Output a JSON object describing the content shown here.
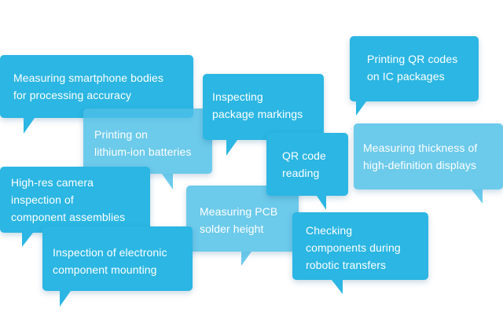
{
  "bubbles": [
    {
      "text": "Printing QR codes\non IC packages"
    },
    {
      "text": "Measuring smartphone bodies\nfor processing accuracy"
    },
    {
      "text": "Inspecting\npackage markings"
    },
    {
      "text": "Printing on\nlithium-ion batteries"
    },
    {
      "text": "QR code\nreading"
    },
    {
      "text": "Measuring thickness of\nhigh-definition displays"
    },
    {
      "text": "High-res camera\ninspection of\ncomponent assemblies"
    },
    {
      "text": "Measuring PCB\nsolder height"
    },
    {
      "text": "Checking\ncomponents during\nrobotic transfers"
    },
    {
      "text": "Inspection of electronic\ncomponent mounting"
    }
  ],
  "colors": {
    "solid": "#2bb6e3",
    "light": "#4cbee6",
    "text": "#ffffff"
  }
}
